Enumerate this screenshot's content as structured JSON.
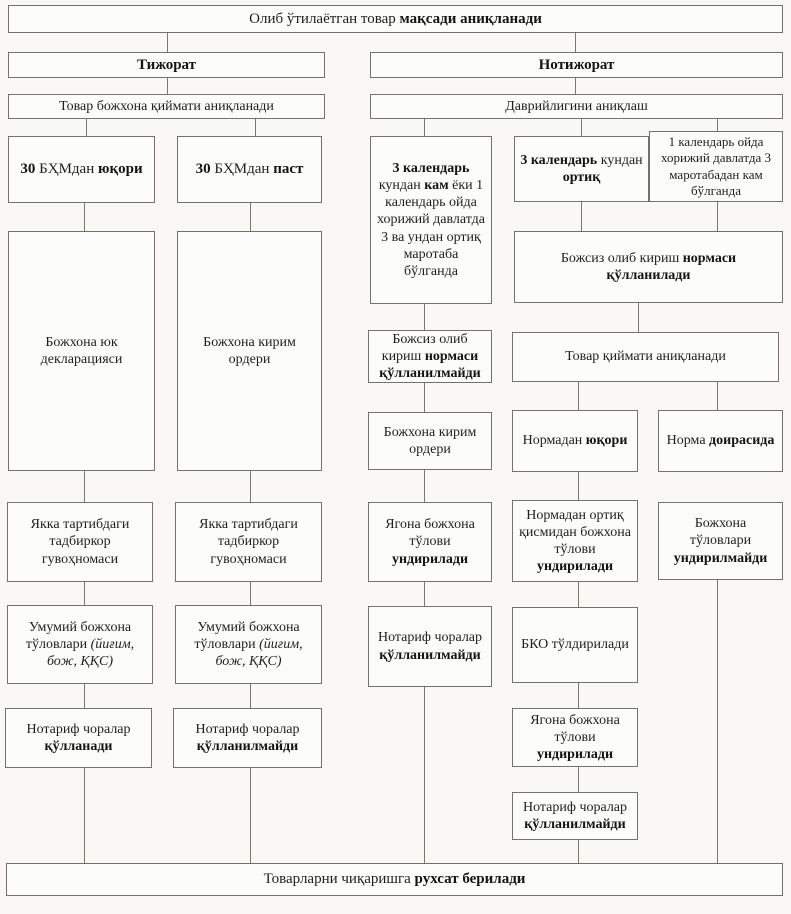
{
  "colors": {
    "background": "#f9f8f5",
    "box_fill": "#fcfcfa",
    "border": "#75726e",
    "text": "#1e1e1e",
    "connector": "#7b7873"
  },
  "flowchart": {
    "root": {
      "goal": {
        "segments": [
          {
            "text": "Олиб ўтилаётган товар "
          },
          {
            "text": "мақсади аниқланади"
          }
        ]
      }
    },
    "commercial": {
      "header": {
        "segments": [
          {
            "text": "Тижорат"
          }
        ]
      },
      "value_determined": {
        "segments": [
          {
            "text": "Товар божхона қиймати аниқланади"
          }
        ]
      },
      "above_30": {
        "segments": [
          {
            "text": "30"
          },
          {
            "text": " БҲМдан "
          },
          {
            "text": "юқори"
          }
        ]
      },
      "below_30": {
        "segments": [
          {
            "text": "30"
          },
          {
            "text": " БҲМдан "
          },
          {
            "text": "паст"
          }
        ]
      },
      "cargo_declaration": {
        "segments": [
          {
            "text": "Божхона юк декларацияси"
          }
        ]
      },
      "receipt_order": {
        "segments": [
          {
            "text": "Божхона кирим ордери"
          }
        ]
      },
      "certificate_1": {
        "segments": [
          {
            "text": "Якка тартибдаги тадбиркор гувоҳномаси"
          }
        ]
      },
      "certificate_2": {
        "segments": [
          {
            "text": "Якка тартибдаги тадбиркор гувоҳномаси"
          }
        ]
      },
      "general_payments_1": {
        "segments": [
          {
            "text": "Умумий божхона тўловлари "
          },
          {
            "text": "(йиғим, бож, ҚҚС)"
          }
        ]
      },
      "general_payments_2": {
        "segments": [
          {
            "text": "Умумий божхона тўловлари "
          },
          {
            "text": "(йиғим, бож, ҚҚС)"
          }
        ]
      },
      "nontariff_applied": {
        "segments": [
          {
            "text": "Нотариф чоралар "
          },
          {
            "text": "қўлланади"
          }
        ]
      },
      "nontariff_not_applied": {
        "segments": [
          {
            "text": "Нотариф чоралар "
          },
          {
            "text": "қўлланилмайди"
          }
        ]
      }
    },
    "noncommercial": {
      "header": {
        "segments": [
          {
            "text": "Нотижорат"
          }
        ]
      },
      "periodicity": {
        "segments": [
          {
            "text": "Даврийлигини аниқлаш"
          }
        ]
      },
      "less_3_days": {
        "segments": [
          {
            "text": "3 календарь"
          },
          {
            "text": " кундан "
          },
          {
            "text": "кам"
          },
          {
            "text": " ёки 1 календарь ойда хорижий давлатда 3 ва ундан ортиқ маротаба бўлганда"
          }
        ]
      },
      "more_3_days": {
        "segments": [
          {
            "text": "3 календарь"
          },
          {
            "text": " кундан "
          },
          {
            "text": "ортиқ"
          }
        ]
      },
      "less_3_times_month": {
        "segments": [
          {
            "text": "1 календарь ойда хорижий давлатда 3 маротабадан кам бўлганда"
          }
        ]
      },
      "norm_applied": {
        "segments": [
          {
            "text": "Божсиз олиб кириш "
          },
          {
            "text": "нормаси қўлланилади"
          }
        ]
      },
      "norm_not_applied": {
        "segments": [
          {
            "text": "Божсиз олиб кириш "
          },
          {
            "text": "нормаси қўлланилмайди"
          }
        ]
      },
      "receipt_order": {
        "segments": [
          {
            "text": "Божхона кирим ордери"
          }
        ]
      },
      "value_determined": {
        "segments": [
          {
            "text": "Товар қиймати аниқланади"
          }
        ]
      },
      "above_norm": {
        "segments": [
          {
            "text": "Нормадан "
          },
          {
            "text": "юқори"
          }
        ]
      },
      "within_norm": {
        "segments": [
          {
            "text": "Норма "
          },
          {
            "text": "доирасида"
          }
        ]
      },
      "single_payment_1": {
        "segments": [
          {
            "text": "Ягона божхона тўлови "
          },
          {
            "text": "ундирилади"
          }
        ]
      },
      "excess_payment": {
        "segments": [
          {
            "text": "Нормадан ортиқ қисмидан божхона тўлови "
          },
          {
            "text": "ундирилади"
          }
        ]
      },
      "payments_not_collected": {
        "segments": [
          {
            "text": "Божхона тўловлари "
          },
          {
            "text": "ундирилмайди"
          }
        ]
      },
      "nontariff_not_applied_1": {
        "segments": [
          {
            "text": "Нотариф чоралар "
          },
          {
            "text": "қўлланилмайди"
          }
        ]
      },
      "bko_filled": {
        "segments": [
          {
            "text": "БКО тўлдирилади"
          }
        ]
      },
      "single_payment_2": {
        "segments": [
          {
            "text": "Ягона божхона тўлови "
          },
          {
            "text": "ундирилади"
          }
        ]
      },
      "nontariff_not_applied_2": {
        "segments": [
          {
            "text": "Нотариф чоралар "
          },
          {
            "text": "қўлланилмайди"
          }
        ]
      }
    },
    "result": {
      "release": {
        "segments": [
          {
            "text": "Товарларни чиқаришга "
          },
          {
            "text": "рухсат берилади"
          }
        ]
      }
    }
  }
}
